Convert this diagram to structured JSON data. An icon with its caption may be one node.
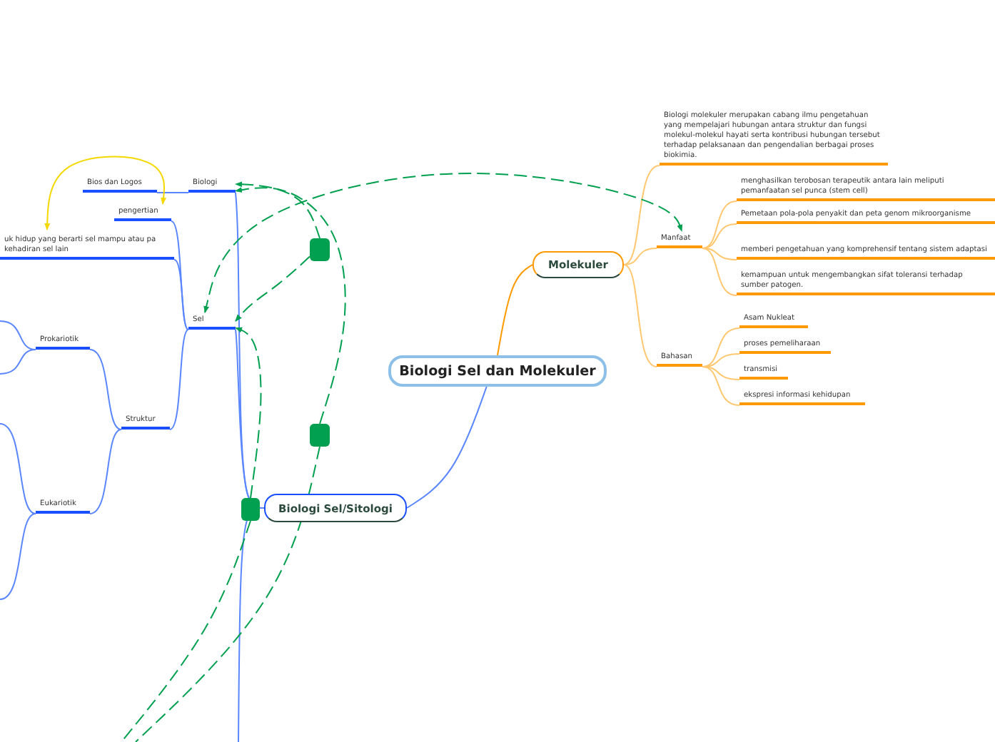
{
  "diagram": {
    "nodes": [
      {
        "text": [
          "Biologi Sel dan Molekuler"
        ]
      },
      {
        "text": [
          "Molekuler"
        ]
      },
      {
        "text": [
          "Biologi molekuler merupakan cabang ilmu pengetahuan yang mempelajari hubungan antara struktur dan fungsi molekul-molekul hayati serta kontribusi hubungan tersebut terhadap pelaksanaan dan pengendalian berbagai proses biokimia."
        ]
      },
      {
        "text": [
          "Manfaat"
        ]
      },
      {
        "text": [
          "menghasilkan terobosan terapeutik antara lain meliputi pemanfaatan sel punca (stem cell)"
        ]
      },
      {
        "text": [
          "Pemetaan pola-pola penyakit dan peta genom mikroorganisme"
        ]
      },
      {
        "text": [
          "memberi pengetahuan yang komprehensif tentang sistem adaptasi"
        ]
      },
      {
        "text": [
          "kemampuan untuk mengembangkan sifat toleransi terhadap sumber patogen."
        ]
      },
      {
        "text": [
          "Bahasan"
        ]
      },
      {
        "text": [
          "Asam Nukleat"
        ]
      },
      {
        "text": [
          "proses pemeliharaan"
        ]
      },
      {
        "text": [
          "transmisi"
        ]
      },
      {
        "text": [
          "ekspresi informasi kehidupan"
        ]
      },
      {
        "text": [
          "Biologi Sel/Sitologi"
        ]
      },
      {
        "text": [
          "Sel"
        ]
      },
      {
        "text": [
          "Biologi"
        ]
      },
      {
        "text": [
          "Bios dan Logos"
        ]
      },
      {
        "text": [
          "pengertian"
        ]
      },
      {
        "text": [
          "uk hidup yang berarti sel mampu atau pa kehadiran sel lain"
        ]
      },
      {
        "text": [
          "Struktur"
        ]
      },
      {
        "text": [
          "Prokariotik"
        ]
      },
      {
        "text": [
          "Eukariotik"
        ]
      },
      {
        "text": [],
        "shape": "box"
      },
      {
        "text": [],
        "shape": "box"
      },
      {
        "text": [],
        "shape": "box"
      }
    ],
    "edges": [
      {
        "from": 0,
        "to": 1,
        "arrow": "none",
        "color": "#ff9900"
      },
      {
        "from": 1,
        "to": 2,
        "arrow": "none",
        "color": "#ffc870"
      },
      {
        "from": 1,
        "to": 3,
        "arrow": "none",
        "color": "#ffc870"
      },
      {
        "from": 1,
        "to": 8,
        "arrow": "none",
        "color": "#ffc870"
      },
      {
        "from": 3,
        "to": 4,
        "arrow": "none",
        "color": "#ffc870"
      },
      {
        "from": 3,
        "to": 5,
        "arrow": "none",
        "color": "#ffc870"
      },
      {
        "from": 3,
        "to": 6,
        "arrow": "none",
        "color": "#ffc870"
      },
      {
        "from": 3,
        "to": 7,
        "arrow": "none",
        "color": "#ffc870"
      },
      {
        "from": 8,
        "to": 9,
        "arrow": "none",
        "color": "#ffc870"
      },
      {
        "from": 8,
        "to": 10,
        "arrow": "none",
        "color": "#ffc870"
      },
      {
        "from": 8,
        "to": 11,
        "arrow": "none",
        "color": "#ffc870"
      },
      {
        "from": 8,
        "to": 12,
        "arrow": "none",
        "color": "#ffc870"
      },
      {
        "from": 0,
        "to": 13,
        "arrow": "none"
      },
      {
        "from": 13,
        "to": 15,
        "arrow": "none"
      },
      {
        "from": 13,
        "to": 14,
        "arrow": "none"
      },
      {
        "from": 13,
        "to": null,
        "arrow": "none"
      },
      {
        "from": 15,
        "to": 16,
        "arrow": "none"
      },
      {
        "from": 14,
        "to": 17,
        "arrow": "none"
      },
      {
        "from": 14,
        "to": 18,
        "arrow": "none"
      },
      {
        "from": 14,
        "to": 19,
        "arrow": "none"
      },
      {
        "from": 19,
        "to": 20,
        "arrow": "none"
      },
      {
        "from": 19,
        "to": 21,
        "arrow": "none"
      },
      {
        "from": 20,
        "to": null,
        "arrow": "none"
      },
      {
        "from": 20,
        "to": null,
        "arrow": "none"
      },
      {
        "from": 21,
        "to": null,
        "arrow": "none"
      },
      {
        "from": 21,
        "to": null,
        "arrow": "none"
      },
      {
        "from": 18,
        "to": 17,
        "arrow": "both",
        "color": "#f5d800"
      },
      {
        "from": 22,
        "to": 15,
        "arrow": "to",
        "style": "dashed",
        "color": "#00a050"
      },
      {
        "from": 22,
        "to": 14,
        "arrow": "to",
        "style": "dashed",
        "color": "#00a050"
      },
      {
        "from": 23,
        "to": 15,
        "arrow": "to",
        "style": "dashed",
        "color": "#00a050"
      },
      {
        "from": 23,
        "to": null,
        "arrow": "none",
        "style": "dashed",
        "color": "#00a050"
      },
      {
        "from": 24,
        "to": 14,
        "arrow": "to",
        "style": "dashed",
        "color": "#00a050"
      },
      {
        "from": 24,
        "to": null,
        "arrow": "none",
        "style": "dashed",
        "color": "#00a050"
      },
      {
        "from": 14,
        "to": 3,
        "arrow": "both",
        "style": "dashed",
        "color": "#00a050"
      }
    ]
  }
}
